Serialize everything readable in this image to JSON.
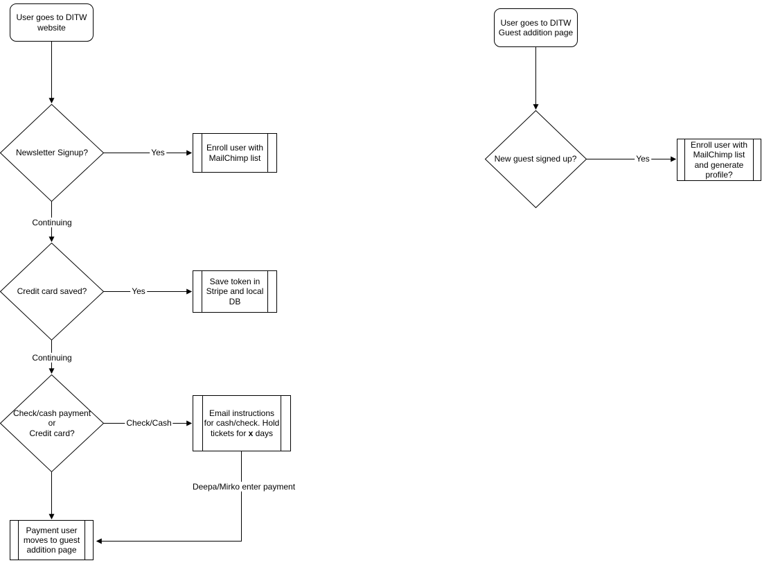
{
  "colors": {
    "stroke": "#000000",
    "fill": "#ffffff",
    "text": "#000000"
  },
  "left_flow": {
    "start_label": "User goes to DITW\nwebsite",
    "decision_newsletter": "Newsletter Signup?",
    "edge_yes_newsletter": "Yes",
    "process_enroll": "Enroll user with\nMailChimp list",
    "edge_continuing_1": "Continuing",
    "decision_credit_card": "Credit card saved?",
    "edge_yes_credit": "Yes",
    "process_save_token": "Save token in\nStripe and local\nDB",
    "edge_continuing_2": "Continuing",
    "decision_payment_type": "Check/cash payment\nor\nCredit card?",
    "edge_check_cash": "Check/Cash",
    "process_email": {
      "pre": "Email instructions\nfor cash/check. Hold\ntickets for ",
      "bold": "x",
      "post": " days"
    },
    "edge_deepa_mirko": "Deepa/Mirko enter payment",
    "end_label": "Payment user\nmoves to guest\naddition page"
  },
  "right_flow": {
    "start_label": "User goes to DITW\nGuest addition page",
    "decision_new_guest": "New guest signed up?",
    "edge_yes": "Yes",
    "process_enroll_profile": "Enroll user with\nMailChimp list\nand generate\nprofile?"
  }
}
